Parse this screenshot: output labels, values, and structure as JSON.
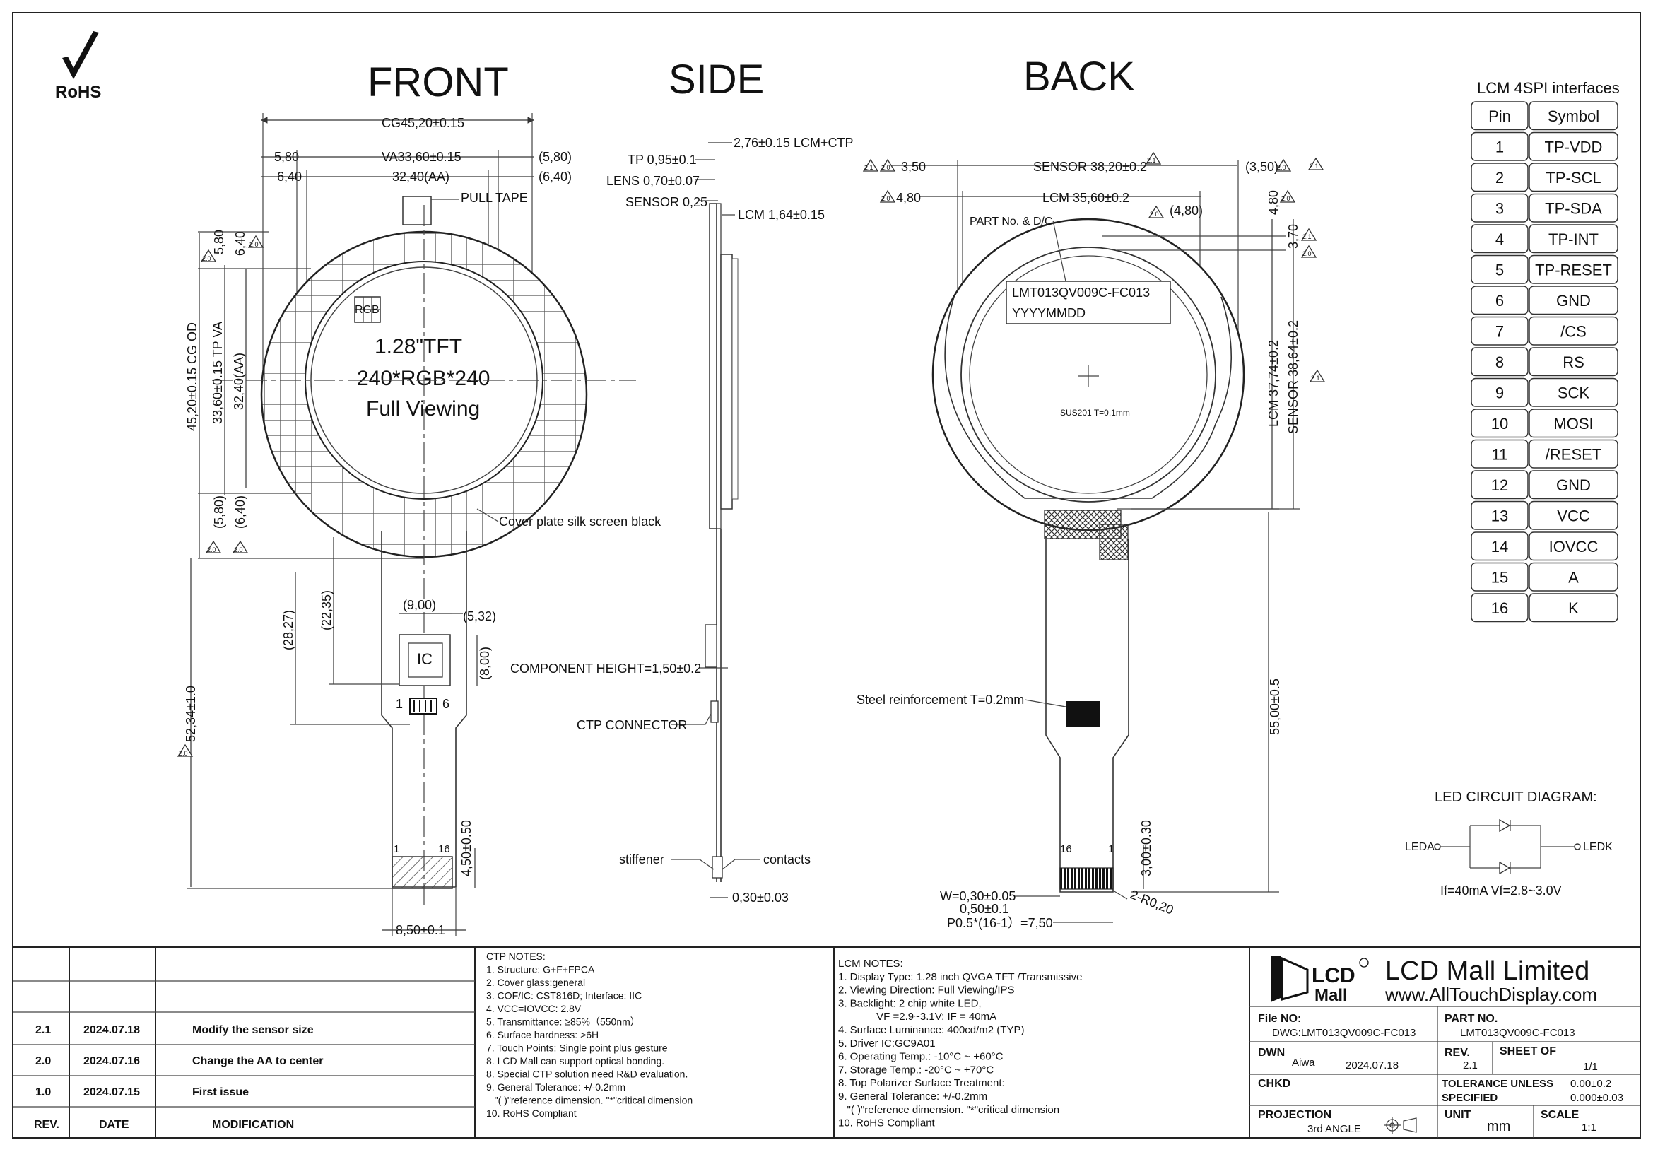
{
  "views": {
    "front": "FRONT",
    "side": "SIDE",
    "back": "BACK"
  },
  "rohs": {
    "label": "RoHS"
  },
  "front": {
    "cg": "CG45,20±0.15",
    "va_h": "VA33,60±0.15",
    "aa_h": "32,40(AA)",
    "d580": "5,80",
    "d580r": "(5,80)",
    "d640": "6,40",
    "d640r": "(6,40)",
    "pull_tape": "PULL TAPE",
    "rgb": "RGB",
    "line1": "1.28\"TFT",
    "line2": "240*RGB*240",
    "line3": "Full Viewing",
    "cg_od": "45,20±0.15 CG OD",
    "tp_va": "33,60±0.15 TP VA",
    "aa_v": "32,40(AA)",
    "v580": "5,80",
    "v640": "6,40",
    "v580r": "(5,80)",
    "v640r": "(6,40)",
    "silk": "Cover plate silk screen black",
    "d900": "(9,00)",
    "d532": "(5,32)",
    "ic": "IC",
    "d800": "(8,00)",
    "d2827": "(28,27)",
    "d2235": "(22,35)",
    "pin1": "1",
    "pin6": "6",
    "d5234": "52,34±1.0",
    "d450": "4,50±0.50",
    "fpc1": "1",
    "fpc16": "16",
    "d850": "8,50±0.1"
  },
  "side": {
    "lcm_ctp": "2,76±0.15 LCM+CTP",
    "tp": "TP 0,95±0.1",
    "lens": "LENS 0,70±0.07",
    "sensor": "SENSOR 0,25",
    "lcm": "LCM 1,64±0.15",
    "component": "COMPONENT HEIGHT=1,50±0.2",
    "ctp_conn": "CTP CONNECTOR",
    "stiffener": "stiffener",
    "contacts": "contacts",
    "thk": "0,30±0.03"
  },
  "back": {
    "d350": "3,50",
    "sensor_h": "SENSOR 38,20±0.2",
    "d350r": "(3,50)",
    "d480": "4,80",
    "lcm_h": "LCM 35,60±0.2",
    "d480r": "(4,80)",
    "partno_label": "PART No. & D/C",
    "partno": "LMT013QV009C-FC013",
    "date": "YYYYMMDD",
    "sus": "SUS201 T=0.1mm",
    "v480": "4,80",
    "v370": "3,70",
    "lcm_v": "LCM 37,74±0.2",
    "sensor_v": "SENSOR 38,64±0.2",
    "steel": "Steel reinforcement T=0.2mm",
    "d5500": "55,00±0.5",
    "d300": "3,00±0.30",
    "p16": "16",
    "p1": "1",
    "w": "W=0,30±0.05",
    "pitch": "0,50±0.1",
    "p05": "P0.5*(16-1）=7,50",
    "r020": "2-R0,20"
  },
  "rev_marks": {
    "r21": "2.1",
    "r20": "2.0"
  },
  "pins": {
    "title": "LCM 4SPI interfaces",
    "h_pin": "Pin",
    "h_sym": "Symbol",
    "rows": [
      {
        "pin": "1",
        "sym": "TP-VDD"
      },
      {
        "pin": "2",
        "sym": "TP-SCL"
      },
      {
        "pin": "3",
        "sym": "TP-SDA"
      },
      {
        "pin": "4",
        "sym": "TP-INT"
      },
      {
        "pin": "5",
        "sym": "TP-RESET"
      },
      {
        "pin": "6",
        "sym": "GND"
      },
      {
        "pin": "7",
        "sym": "/CS"
      },
      {
        "pin": "8",
        "sym": "RS"
      },
      {
        "pin": "9",
        "sym": "SCK"
      },
      {
        "pin": "10",
        "sym": "MOSI"
      },
      {
        "pin": "11",
        "sym": "/RESET"
      },
      {
        "pin": "12",
        "sym": "GND"
      },
      {
        "pin": "13",
        "sym": "VCC"
      },
      {
        "pin": "14",
        "sym": "IOVCC"
      },
      {
        "pin": "15",
        "sym": "A"
      },
      {
        "pin": "16",
        "sym": "K"
      }
    ]
  },
  "led": {
    "title": "LED CIRCUIT DIAGRAM:",
    "leda": "LEDA",
    "ledk": "LEDK",
    "spec": "If=40mA  Vf=2.8~3.0V"
  },
  "revisions": {
    "h_rev": "REV.",
    "h_date": "DATE",
    "h_mod": "MODIFICATION",
    "rows": [
      {
        "rev": "2.1",
        "date": "2024.07.18",
        "mod": "Modify the sensor size"
      },
      {
        "rev": "2.0",
        "date": "2024.07.16",
        "mod": "Change the AA to center"
      },
      {
        "rev": "1.0",
        "date": "2024.07.15",
        "mod": "First issue"
      }
    ]
  },
  "ctp_notes": {
    "title": "CTP NOTES:",
    "lines": [
      "1. Structure: G+F+FPCA",
      "2. Cover glass:general",
      "3. COF/IC: CST816D; Interface: IIC",
      "4. VCC=IOVCC: 2.8V",
      "5. Transmittance: ≥85%（550nm）",
      "6. Surface hardness: >6H",
      "7. Touch Points: Single point plus gesture",
      "8. LCD Mall can support optical bonding.",
      "8. Special CTP solution need R&D evaluation.",
      "9. General Tolerance: +/-0.2mm",
      "   \"( )\"reference dimension. \"*\"critical dimension",
      "10. RoHS Compliant"
    ]
  },
  "lcm_notes": {
    "title": "LCM NOTES:",
    "lines": [
      "1. Display Type: 1.28 inch QVGA TFT /Transmissive",
      "2. Viewing Direction: Full Viewing/IPS",
      "3. Backlight: 2 chip white LED,",
      "             VF =2.9~3.1V; IF = 40mA",
      "4. Surface Luminance: 400cd/m2 (TYP)",
      "5. Driver IC:GC9A01",
      "6. Operating Temp.: -10°C ~ +60°C",
      "7. Storage Temp.: -20°C ~ +70°C",
      "8. Top Polarizer Surface Treatment:",
      "9. General Tolerance: +/-0.2mm",
      "   \"( )\"reference dimension. \"*\"critical dimension",
      "10. RoHS Compliant"
    ]
  },
  "title_block": {
    "logo_lcd": "LCD",
    "logo_mall": "Mall",
    "company": "LCD Mall Limited",
    "url": "www.AllTouchDisplay.com",
    "file_no_label": "File NO:",
    "file_no": "DWG:LMT013QV009C-FC013",
    "part_no_label": "PART NO.",
    "part_no": "LMT013QV009C-FC013",
    "dwn_label": "DWN",
    "dwn": "Aiwa",
    "dwn_date": "2024.07.18",
    "rev_label": "REV.",
    "rev": "2.1",
    "sheet_label": "SHEET OF",
    "sheet": "1/1",
    "chkd_label": "CHKD",
    "tol_label1": "TOLERANCE UNLESS",
    "tol_label2": "SPECIFIED",
    "tol1": "0.00±0.2",
    "tol2": "0.000±0.03",
    "proj_label": "PROJECTION",
    "proj": "3rd ANGLE",
    "unit_label": "UNIT",
    "unit": "mm",
    "scale_label": "SCALE",
    "scale": "1:1"
  }
}
